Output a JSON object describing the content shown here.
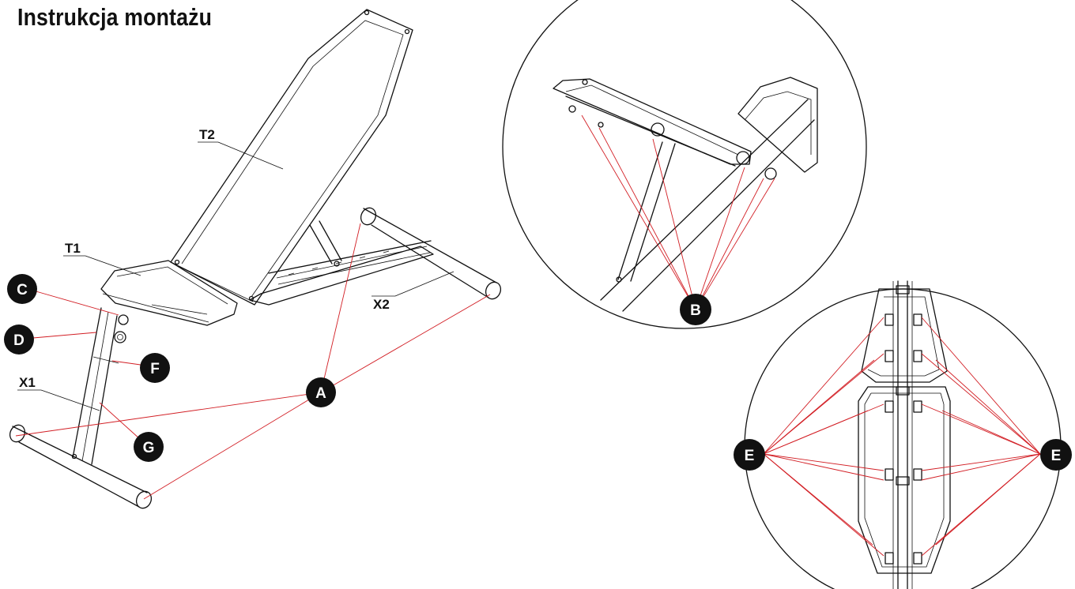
{
  "title": "Instrukcja montażu",
  "parts": {
    "t1": "T1",
    "t2": "T2",
    "x1": "X1",
    "x2": "X2"
  },
  "callouts": {
    "a": "A",
    "b": "B",
    "c": "C",
    "d": "D",
    "e": "E",
    "f": "F",
    "g": "G"
  },
  "colors": {
    "leader": "#d21e24",
    "bubble": "#111111",
    "line": "#111111"
  }
}
